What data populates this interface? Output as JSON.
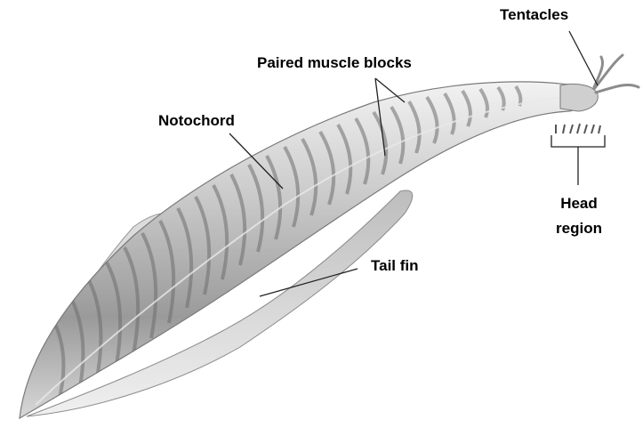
{
  "diagram": {
    "subject": "",
    "labels": {
      "tentacles": "Tentacles",
      "paired_muscle_blocks": "Paired muscle blocks",
      "notochord": "Notochord",
      "tail_fin": "Tail fin",
      "head_region_line1": "Head",
      "head_region_line2": "region"
    }
  }
}
